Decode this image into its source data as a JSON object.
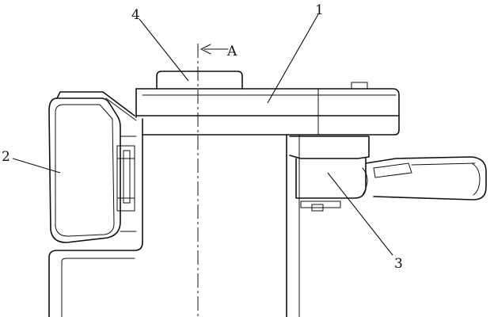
{
  "labels": {
    "part1": "1",
    "part2": "2",
    "part3": "3",
    "part4": "4",
    "section_marker": "A"
  }
}
